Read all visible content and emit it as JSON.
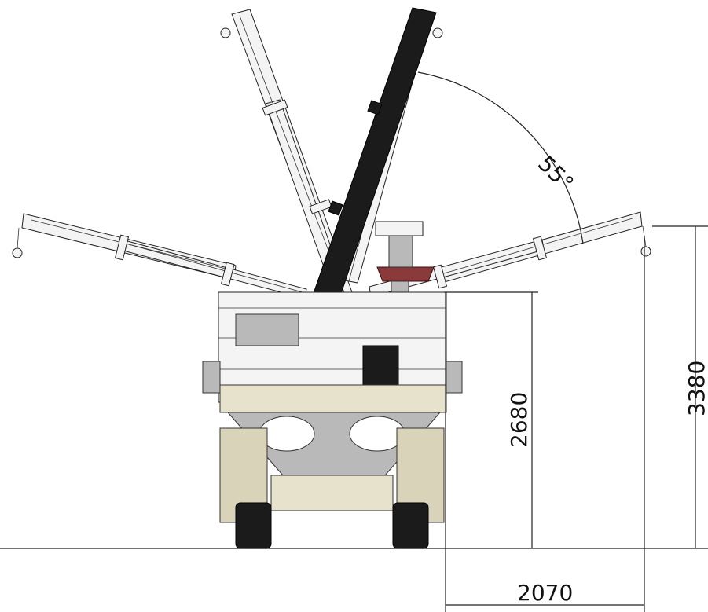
{
  "dimensions": {
    "angle_label": "55°",
    "height_platform": "2680",
    "height_total": "3380",
    "outreach": "2070"
  },
  "colors": {
    "main_boom": "#1b1b1b",
    "chassis": "#e6e2cc",
    "frame": "#b9b9b9",
    "basket": "#8a3a3a",
    "lines": "#222222"
  }
}
